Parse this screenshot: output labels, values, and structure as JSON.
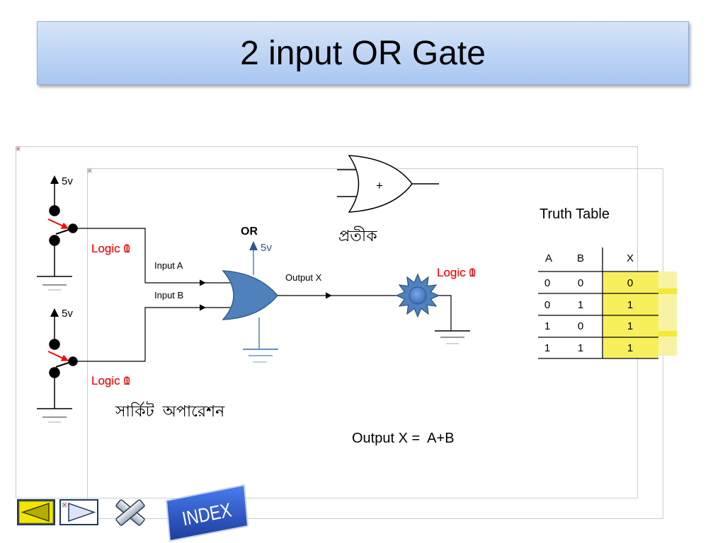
{
  "slide": {
    "title": "2 input OR Gate"
  },
  "circuit": {
    "switch_a": {
      "supply_label": "5v",
      "state_labels": [
        "Logic 1",
        "Logic 0"
      ]
    },
    "switch_b": {
      "supply_label": "5v",
      "state_labels": [
        "Logic 1",
        "Logic 0"
      ]
    },
    "input_a_label": "Input A",
    "input_b_label": "Input B",
    "gate_label": "OR",
    "gate_supply_label": "5v",
    "output_label": "Output X",
    "led": {
      "state_labels": [
        "Logic 1",
        "Logic 0"
      ],
      "icon": "led-burst-icon"
    },
    "operation_caption": "সার্কিট  অপারেশন"
  },
  "symbol": {
    "operator": "+",
    "caption": "প্রতীক"
  },
  "truth_table": {
    "title": "Truth Table",
    "columns": [
      "A",
      "B",
      "X"
    ],
    "rows": [
      [
        "0",
        "0",
        "0"
      ],
      [
        "0",
        "1",
        "1"
      ],
      [
        "1",
        "0",
        "1"
      ],
      [
        "1",
        "1",
        "1"
      ]
    ]
  },
  "expression": "Output X =  A+B",
  "nav": {
    "prev_icon": "left-arrow-icon",
    "next_icon": "right-arrow-icon",
    "close_icon": "close-x-icon",
    "index_label": "INDEX"
  },
  "colors": {
    "title_bar": "#b9d1f3",
    "gate_fill": "#4f81bd",
    "logic_label": "#ff0000",
    "table_highlight": "#f7ef5b",
    "prev_button": "#f2e600",
    "index_button": "#2f5fd0"
  }
}
